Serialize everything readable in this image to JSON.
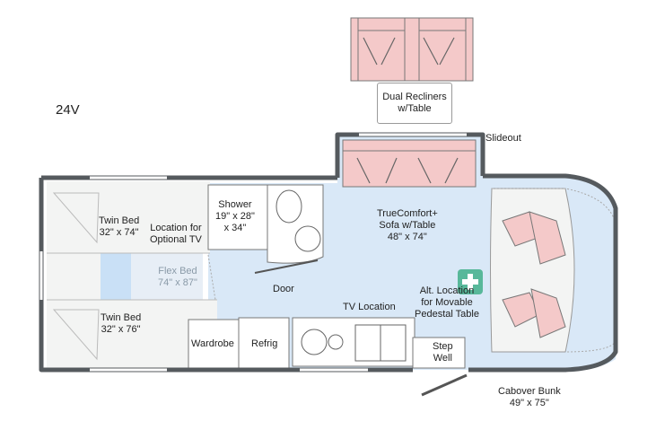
{
  "model": "24V",
  "labels": {
    "dual_recliners": "Dual Recliners w/Table",
    "slideout": "Slideout",
    "twin_bed_1": "Twin Bed\n32\" x 74\"",
    "location_tv": "Location for\nOptional TV",
    "shower": "Shower\n19\" x 28\"\nx 34\"",
    "sofa": "TrueComfort+\nSofa w/Table\n48\" x 74\"",
    "flex_bed": "Flex Bed\n74\" x 87\"",
    "door": "Door",
    "alt_location": "Alt. Location\nfor Movable\nPedestal Table",
    "twin_bed_2": "Twin Bed\n32\" x 76\"",
    "tv_location": "TV Location",
    "wardrobe": "Wardrobe",
    "refrig": "Refrig",
    "step_well": "Step\nWell",
    "cabover_bunk": "Cabover Bunk\n49\" x 75\""
  },
  "colors": {
    "wall": "#555a5e",
    "floor": "#d9e8f7",
    "bed": "#f3f4f3",
    "sofa": "#f4c9c9",
    "plus": "#58b89a"
  }
}
